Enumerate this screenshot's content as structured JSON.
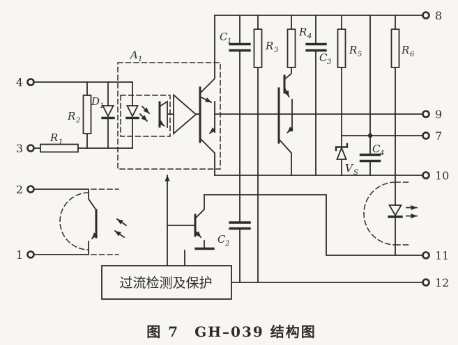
{
  "figure": {
    "caption": "图 7　GH–039 结构图"
  },
  "protection": {
    "label": "过流检测及保护"
  },
  "terminals": {
    "left": [
      "4",
      "3",
      "2",
      "1"
    ],
    "right": [
      "8",
      "9",
      "7",
      "10",
      "11",
      "12"
    ]
  },
  "labels": {
    "r1": {
      "base": "R",
      "sub": "1"
    },
    "r2": {
      "base": "R",
      "sub": "2"
    },
    "r3": {
      "base": "R",
      "sub": "3"
    },
    "r4": {
      "base": "R",
      "sub": "4"
    },
    "r5": {
      "base": "R",
      "sub": "5"
    },
    "r6": {
      "base": "R",
      "sub": "6"
    },
    "c1": {
      "base": "C",
      "sub": "1"
    },
    "c2": {
      "base": "C",
      "sub": "2"
    },
    "c3": {
      "base": "C",
      "sub": "3"
    },
    "c4": {
      "base": "C",
      "sub": "4"
    },
    "d1": {
      "base": "D",
      "sub": "1"
    },
    "a1": {
      "base": "A",
      "sub": "1"
    },
    "vs": {
      "base": "V",
      "sub": "S"
    }
  },
  "colors": {
    "line": "#2e2c29",
    "bg": "#f7f6f2"
  }
}
